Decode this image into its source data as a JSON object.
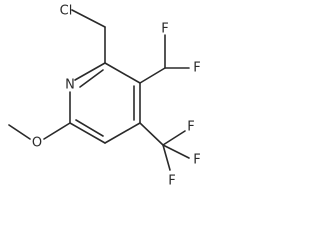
{
  "molecule": {
    "atoms": {
      "cl": "Cl",
      "n": "N",
      "f1": "F",
      "f2": "F",
      "o": "O",
      "f3": "F",
      "f4": "F",
      "f5": "F"
    }
  }
}
